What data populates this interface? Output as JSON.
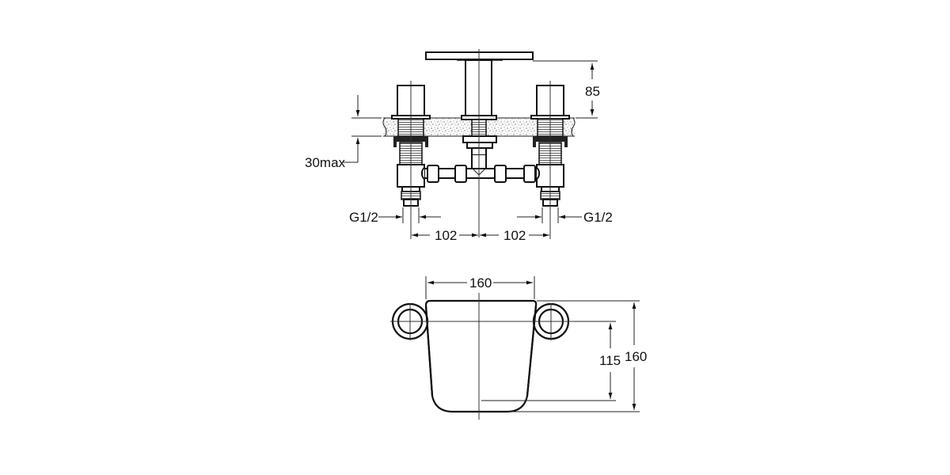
{
  "drawing": {
    "title": "Three-hole deck-mounted bath filler technical drawing",
    "front_view": {
      "dimensions": {
        "spout_height": "85",
        "deck_thickness": "30max",
        "inlet_left": "G1/2",
        "inlet_right": "G1/2",
        "spacing_left": "102",
        "spacing_right": "102"
      }
    },
    "plan_view": {
      "dimensions": {
        "spout_width": "160",
        "handle_offset": "115",
        "spout_depth": "160"
      }
    }
  },
  "colors": {
    "line": "#111111",
    "background": "#ffffff",
    "deck_fill": "#e8e8e8"
  }
}
